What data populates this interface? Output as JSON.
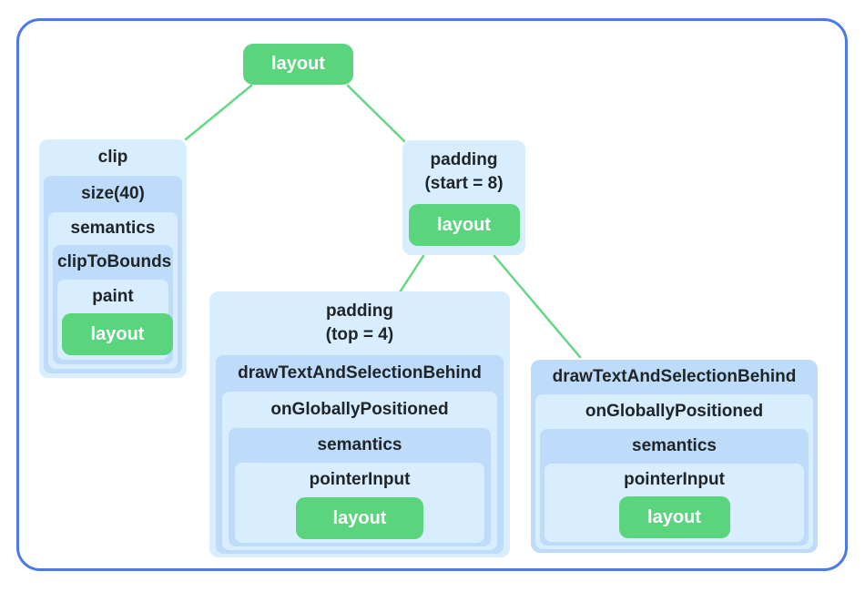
{
  "colors": {
    "frame_border": "#4b79e8",
    "box_light_blue": "#d8edfe",
    "box_medium_blue": "#bedcf9",
    "node_green": "#5bd47e",
    "connector_green": "#63d884",
    "label_text": "#1f2428",
    "node_text": "#ffffff"
  },
  "tree": {
    "root_node": {
      "label": "layout"
    },
    "clip_box": {
      "header": "clip",
      "levels": [
        "size(40)",
        "semantics",
        "clipToBounds",
        "paint"
      ],
      "leaf_label": "layout"
    },
    "padding_start_box": {
      "header_line1": "padding",
      "header_line2": "(start = 8)",
      "leaf_label": "layout"
    },
    "padding_top_box": {
      "header_line1": "padding",
      "header_line2": "(top = 4)",
      "levels": [
        "drawTextAndSelectionBehind",
        "onGloballyPositioned",
        "semantics",
        "pointerInput"
      ],
      "leaf_label": "layout"
    },
    "draw_text_box": {
      "header": "drawTextAndSelectionBehind",
      "levels": [
        "onGloballyPositioned",
        "semantics",
        "pointerInput"
      ],
      "leaf_label": "layout"
    }
  }
}
